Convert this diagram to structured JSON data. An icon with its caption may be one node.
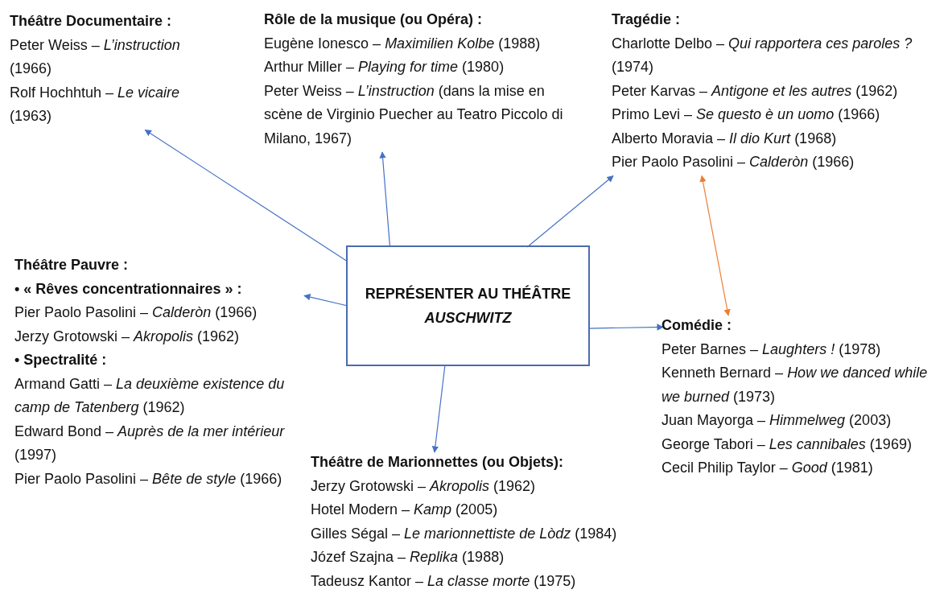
{
  "diagram": {
    "nodes": [
      {
        "text": [
          "REPRÉSENTER AU THÉÂTRE *AUSCHWITZ*"
        ]
      },
      {
        "text": [
          "Théâtre Documentaire :",
          "Peter Weiss – *L’instruction* (1966)",
          "Rolf Hochhtuh – *Le vicaire* (1963)"
        ]
      },
      {
        "text": [
          "Rôle de la musique (ou Opéra) :",
          "Eugène Ionesco – *Maximilien Kolbe* (1988)",
          "Arthur Miller – *Playing for time* (1980)",
          "Peter Weiss – *L’instruction* (dans la mise en scène de Virginio Puecher au Teatro Piccolo di Milano, 1967)"
        ]
      },
      {
        "text": [
          "Tragédie :",
          "Charlotte Delbo – *Qui rapportera ces paroles ?* (1974)",
          "Peter Karvas – *Antigone et les autres* (1962)",
          "Primo Levi – *Se questo è un uomo* (1966)",
          "Alberto Moravia – *Il dio Kurt* (1968)",
          "Pier Paolo Pasolini – *Calderòn* (1966)"
        ]
      },
      {
        "text": [
          "Théâtre Pauvre :",
          "• « Rêves concentrationnaires » :",
          "Pier Paolo Pasolini – *Calderòn* (1966)",
          "Jerzy Grotowski – *Akropolis* (1962)",
          "• Spectralité :",
          "Armand Gatti – *La deuxième existence du camp de Tatenberg* (1962)",
          "Edward Bond – *Auprès de la mer intérieur* (1997)",
          "Pier Paolo Pasolini – *Bête de style* (1966)"
        ]
      },
      {
        "text": [
          "Comédie :",
          "Peter Barnes – *Laughters !* (1978)",
          "Kenneth Bernard – *How we danced while we burned* (1973)",
          "Juan Mayorga – *Himmelweg* (2003)",
          "George Tabori – *Les cannibales* (1969)",
          "Cecil Philip Taylor – *Good* (1981)"
        ]
      },
      {
        "text": [
          "Théâtre de Marionnettes (ou Objets):",
          "Jerzy Grotowski – *Akropolis* (1962)",
          "Hotel Modern – *Kamp* (2005)",
          "Gilles Ségal – *Le marionnettiste de Lòdz* (1984)",
          "Józef Szajna – *Replika* (1988)",
          "Tadeusz Kantor – *La classe morte* (1975)"
        ]
      }
    ],
    "edges": [
      {
        "from": 0,
        "to": 1,
        "arrow": "to"
      },
      {
        "from": 0,
        "to": 2,
        "arrow": "to"
      },
      {
        "from": 0,
        "to": 3,
        "arrow": "to"
      },
      {
        "from": 0,
        "to": 4,
        "arrow": "to"
      },
      {
        "from": 0,
        "to": 5,
        "arrow": "to"
      },
      {
        "from": 0,
        "to": 6,
        "arrow": "to"
      },
      {
        "from": 3,
        "to": 5,
        "arrow": "both",
        "color": "#ed7d31"
      }
    ]
  }
}
